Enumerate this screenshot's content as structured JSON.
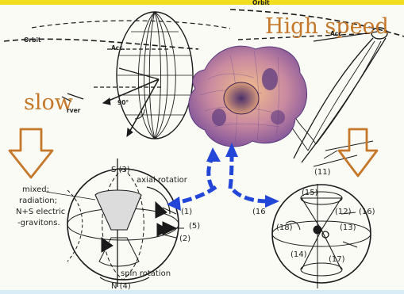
{
  "labels": {
    "high_speed": "High speed",
    "slow": "slow",
    "orbit_left": "Orbit",
    "orbit_right": "Orbit",
    "acc_left": "Acc.",
    "acc_right": "Acc",
    "angle": "90°",
    "observer": "rver",
    "mixed": "mixed;",
    "radiation": "radiation;",
    "ns_electric": "N+S electric",
    "gravitons": "-gravitons.",
    "axial_rotation": "axial rotatior",
    "spin_rotation": "spin rotation",
    "s3": "S (3)",
    "n4": "N (4)",
    "n1": "(1)",
    "n2": "(2)",
    "n5": "(5)",
    "n11": "(11)",
    "n15": "(15)",
    "n16a": "(16",
    "n16b": "(16)",
    "n12": "(12)",
    "n18": "(18)",
    "n13": "(13)",
    "n14": "(14)",
    "n17": "(17)"
  },
  "colors": {
    "accent_orange": "#c5772a",
    "arrow_blue": "#2247d8",
    "top_band": "#f2de1e",
    "surface_purple": "#8a5aa8",
    "surface_orange": "#e8a26a"
  },
  "icons": [
    "down-arrow-icon",
    "blue-dashed-arrow-icon"
  ]
}
